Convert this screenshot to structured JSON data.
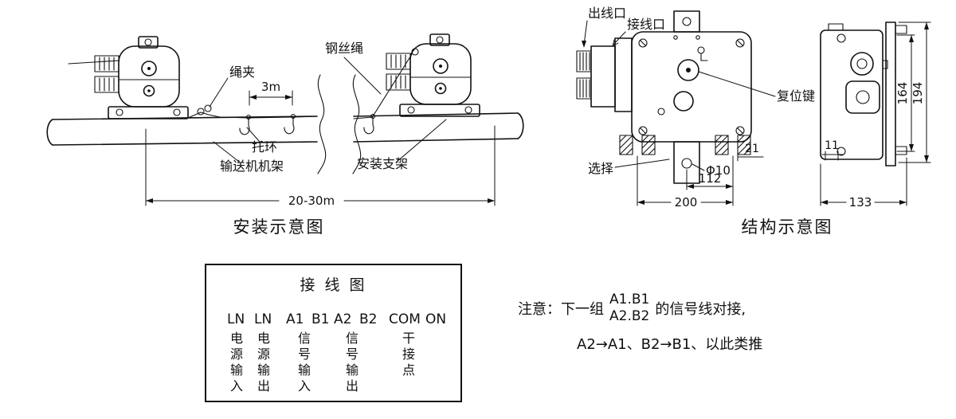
{
  "installation": {
    "title": "安装示意图",
    "labels": {
      "rope_clamp": "绳夹",
      "steel_wire_rope": "钢丝绳",
      "support_ring": "托环",
      "conveyor_frame": "输送机机架",
      "mounting_bracket": "安装支架"
    },
    "dims": {
      "d3m": "3m",
      "span": "20-30m"
    }
  },
  "structure": {
    "title": "结构示意图",
    "labels": {
      "wire_outlet": "出线口",
      "wiring_port": "接线口",
      "reset_key": "复位键",
      "select": "选择",
      "hole": "Φ10"
    },
    "dims": {
      "d112": "112",
      "d200": "200",
      "d21": "21",
      "d11": "11",
      "d164": "164",
      "d194": "194",
      "d133": "133"
    }
  },
  "wiring": {
    "title": "接 线 图",
    "terminals": [
      "LN",
      "LN",
      "A1",
      "B1",
      "A2",
      "B2",
      "COM",
      "ON"
    ],
    "groups": [
      "电源输入",
      "电源输出",
      "信号输入",
      "信号输出",
      "干接点"
    ]
  },
  "note": {
    "prefix": "注意：下一组",
    "pair_top": "A1.B1",
    "pair_bottom": "A2.B2",
    "suffix": "的信号线对接,",
    "line2": "A2→A1、B2→B1、以此类推"
  }
}
